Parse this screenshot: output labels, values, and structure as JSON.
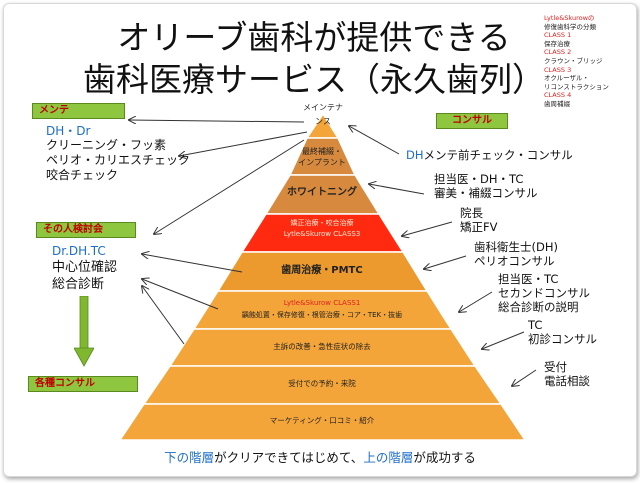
{
  "title_line1": "オリーブ歯科が提供できる",
  "title_line2": "歯科医療サービス（永久歯列）",
  "legend": {
    "heading": "Lytle&Skurowの",
    "heading2": "修復歯科学の分類",
    "c1": "CLASS 1",
    "c1d": "保存治療",
    "c2": "CLASS 2",
    "c2d": "クラウン・ブリッジ",
    "c3": "CLASS 3",
    "c3d": "オクルーザル・",
    "c3d2": "リコンストラクション",
    "c4": "CLASS 4",
    "c4d": "歯周補綴"
  },
  "left": {
    "mente_box": "メンテ",
    "mente_role": "DH・Dr",
    "mente_1": "クリーニング・フッ素",
    "mente_2": "ペリオ・カリエスチェック",
    "mente_3": "咬合チェック",
    "kentou_box": "その人検討会",
    "kentou_role": "Dr.DH.TC",
    "kentou_1": "中心位確認",
    "kentou_2": "総合診断",
    "kakushu_box": "各種コンサル"
  },
  "right": {
    "consult_box": "コンサル",
    "r1_role": "DH",
    "r1_text": "メンテ前チェック・コンサル",
    "r2_role": "担当医・DH・TC",
    "r2_text": "審美・補綴コンサル",
    "r3_role": "院長",
    "r3_text": "矯正FV",
    "r4_role": "歯科衛生士(DH)",
    "r4_text": "ペリオコンサル",
    "r5_role": "担当医・TC",
    "r5_text1": "セカンドコンサル",
    "r5_text2": "総合診断の説明",
    "r6_role": "TC",
    "r6_text": "初診コンサル",
    "r7_role": "受付",
    "r7_text": "電話相談"
  },
  "levels": {
    "l1a": "メインテナ",
    "l1b": "ンス",
    "l2a": "最終補綴・",
    "l2b": "インプラント",
    "l3": "ホワイトニング",
    "l4a": "矯正治療・咬合治療",
    "l4b": "Lytle&Skurow CLASS3",
    "l5": "歯周治療・PMTC",
    "l6a": "Lytle&Skurow CLASS1",
    "l6b": "齲蝕処置・保存修復・根管治療・コア・TEK・抜歯",
    "l7": "主訴の改善・急性症状の除去",
    "l8": "受付での予約・来院",
    "l9": "マーケティング・口コミ・紹介"
  },
  "colors": {
    "red_tier": "#ff2a10",
    "dark_tier": "#d78a3e",
    "mid_tier": "#ec9a2e",
    "light_tier": "#f4a53a",
    "green_box": "#8ec63f",
    "blue_text": "#1e6ec8"
  },
  "bottom": {
    "p1": "下の階層",
    "p2": "がクリアできてはじめて、",
    "p3": "上の階層",
    "p4": "が成功する"
  }
}
